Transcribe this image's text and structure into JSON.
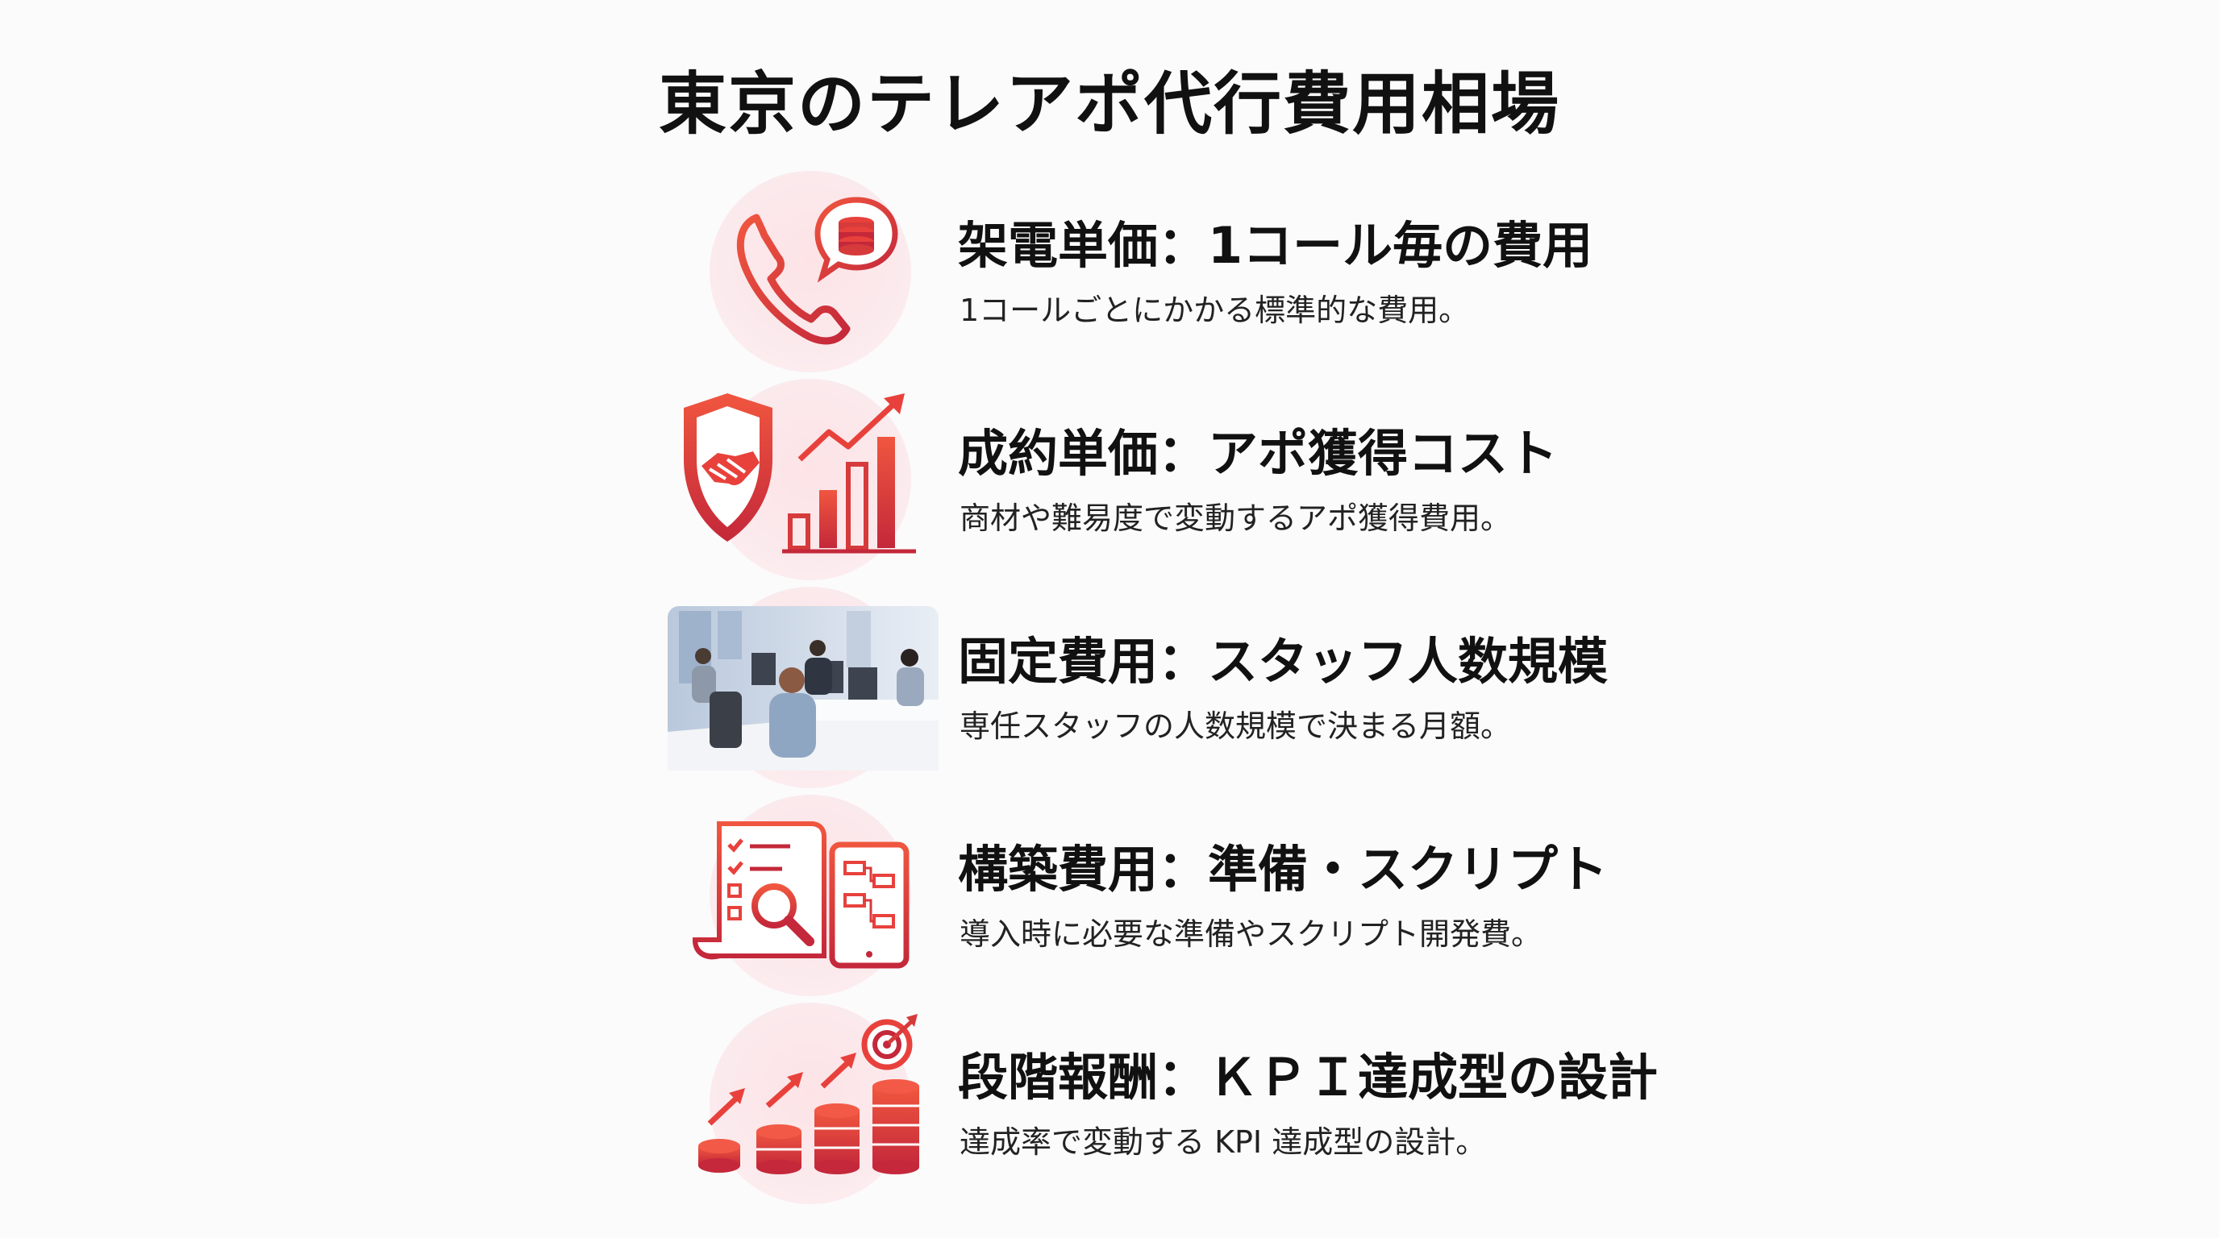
{
  "title": "東京のテレアポ代行費用相場",
  "items": [
    {
      "title": "架電単価：1コール毎の費用",
      "description": "1コールごとにかかる標準的な費用。",
      "icon": "phone-coins-icon"
    },
    {
      "title": "成約単価：アポ獲得コスト",
      "description": "商材や難易度で変動するアポ獲得費用。",
      "icon": "handshake-shield-chart-icon"
    },
    {
      "title": "固定費用：スタッフ人数規模",
      "description": "専任スタッフの人数規模で決まる月額。",
      "icon": "office-staff-photo"
    },
    {
      "title": "構築費用：準備・スクリプト",
      "description": "導入時に必要な準備やスクリプト開発費。",
      "icon": "checklist-tablet-icon"
    },
    {
      "title": "段階報酬：ＫＰＩ達成型の設計",
      "description": "達成率で変動する KPI 達成型の設計。",
      "icon": "coins-target-icon"
    }
  ],
  "colors": {
    "accent": "#e8413c",
    "accent_dark": "#c4283a",
    "circle_bg": "#fbe4e8"
  }
}
